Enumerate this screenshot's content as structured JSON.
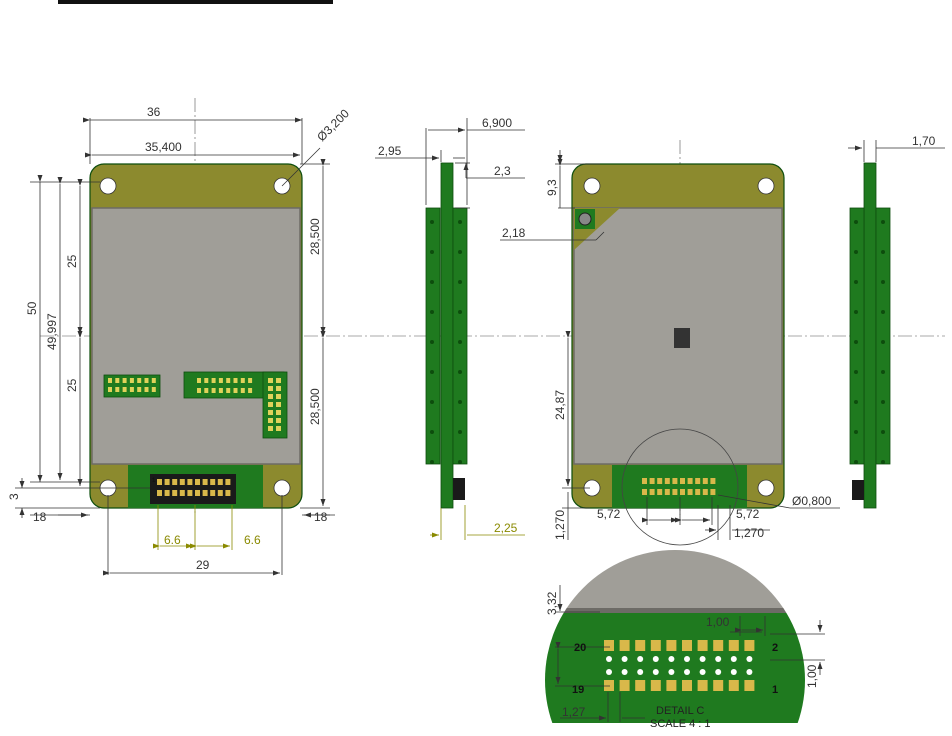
{
  "colors": {
    "pcb": "#1f7a1f",
    "board_edge": "#0d4d0d",
    "pad": "#e0d25a",
    "shield": "#a09e98",
    "shield_edge": "#6d6b66",
    "tab": "#8c8a2e",
    "header": "#d9b84a",
    "hole_fill": "#ffffff",
    "dim_line": "#333333",
    "dim_green": "#8a8a00"
  },
  "dims": {
    "w36": "36",
    "w35400": "35,400",
    "dia3200": "Ø3,200",
    "h50": "50",
    "h49997": "49,997",
    "h25a": "25",
    "h25b": "25",
    "h28500a": "28,500",
    "h28500b": "28,500",
    "d3": "3",
    "d18a": "18",
    "d18b": "18",
    "d66a": "6.6",
    "d66b": "6.6",
    "d29": "29",
    "s6900": "6,900",
    "s295": "2,95",
    "s23": "2,3",
    "s225": "2,25",
    "b93": "9,3",
    "b218": "2,18",
    "b2487": "24,87",
    "b1270a": "1,270",
    "b572a": "5,72",
    "b572b": "5,72",
    "b1270b": "1,270",
    "bdia800": "Ø0,800",
    "side170": "1,70",
    "c332": "3,32",
    "c100a": "1,00",
    "c100b": "1,00",
    "c127": "1,27"
  },
  "pins": {
    "top_left": "20",
    "top_right": "2",
    "bottom_left": "19",
    "bottom_right": "1"
  },
  "detail": {
    "title": "DETAIL C",
    "scale": "SCALE 4 : 1"
  }
}
